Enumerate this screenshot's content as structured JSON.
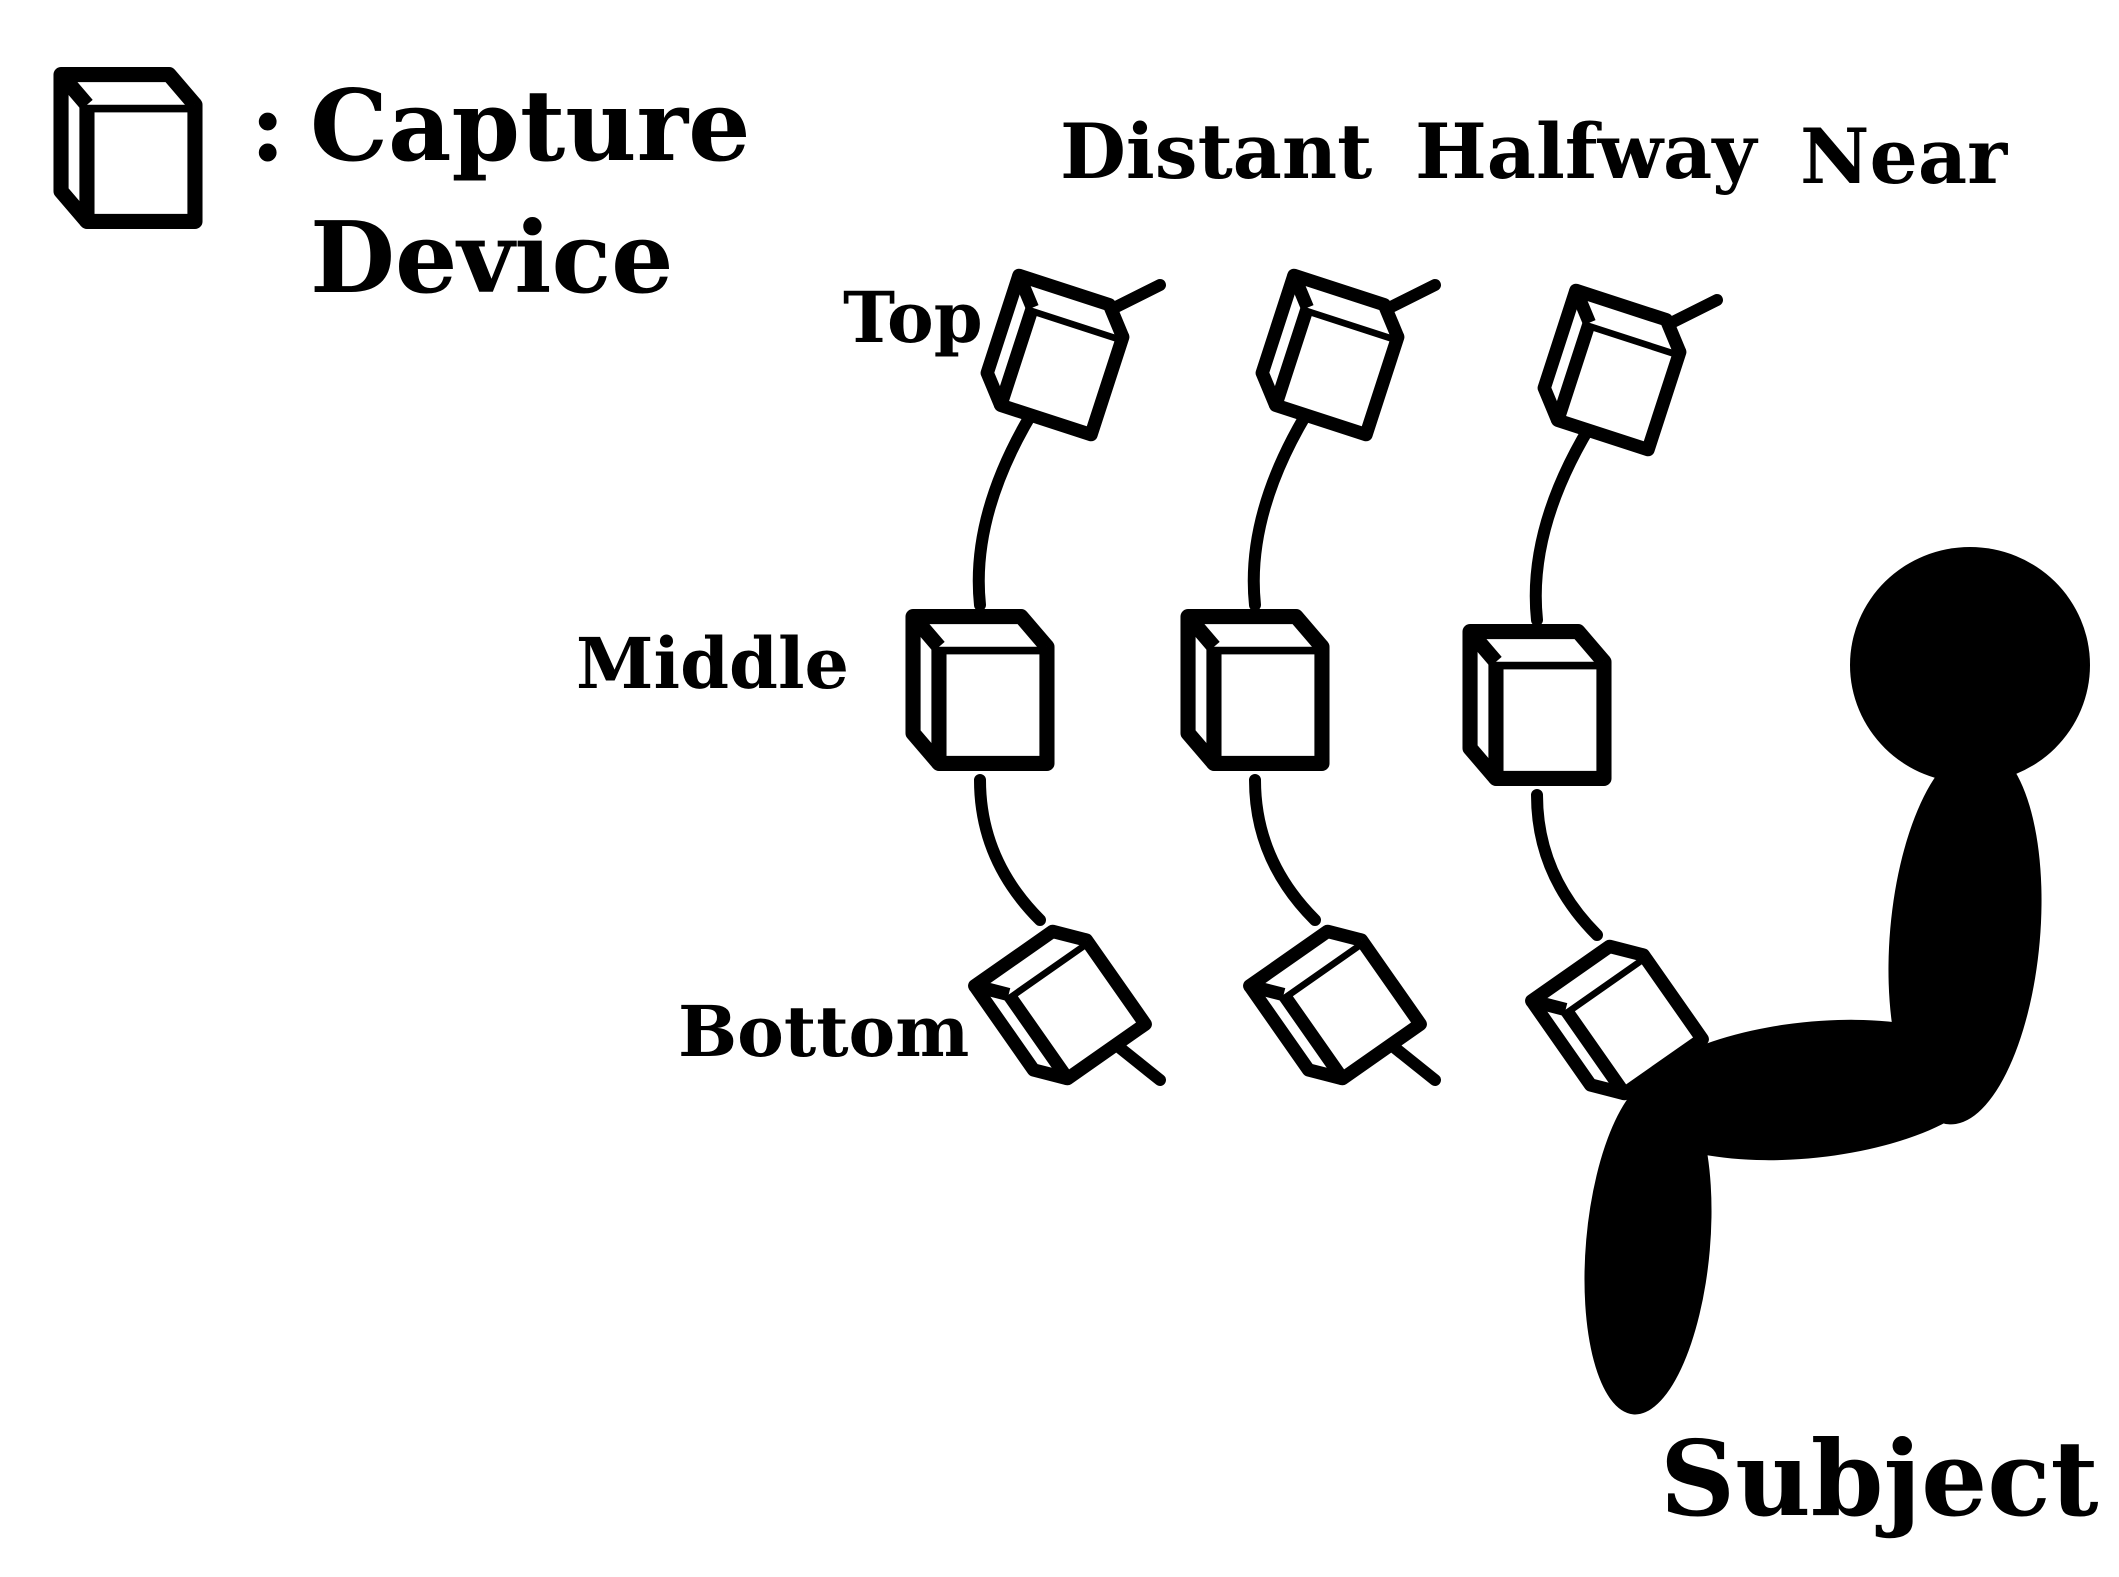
{
  "legend": {
    "icon": "cube-icon",
    "separator": ":",
    "label_line1": "Capture",
    "label_line2": "Device"
  },
  "distances": {
    "distant": "Distant",
    "halfway": "Halfway",
    "near": "Near"
  },
  "heights": {
    "top": "Top",
    "middle": "Middle",
    "bottom": "Bottom"
  },
  "subject": {
    "label": "Subject"
  },
  "colors": {
    "ink": "#000000",
    "background": "#ffffff"
  }
}
